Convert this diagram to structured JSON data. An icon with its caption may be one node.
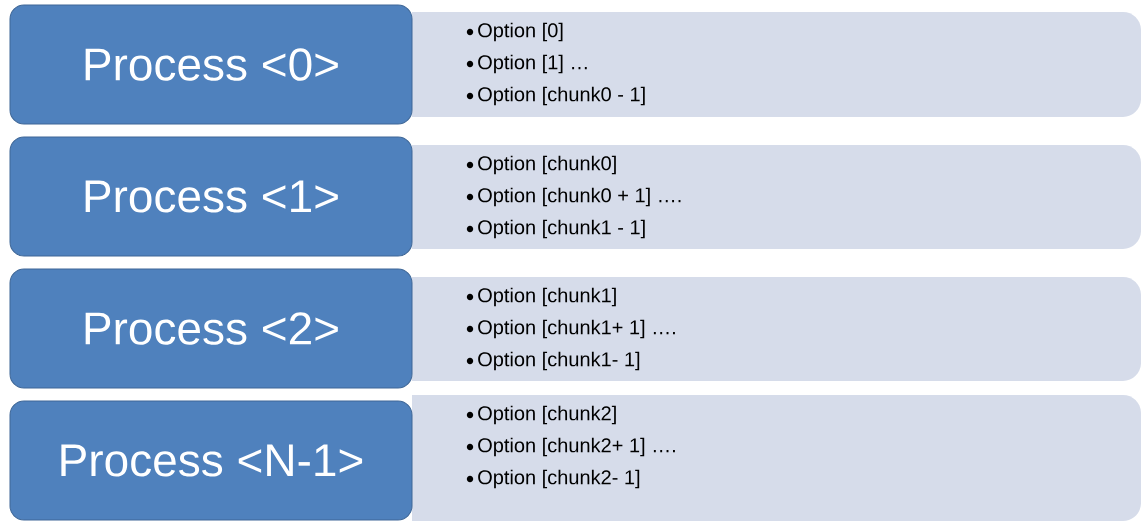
{
  "diagram": {
    "nodes": [
      {
        "text": [
          "Process <0>"
        ]
      },
      {
        "text": [
          "Option [0]",
          "Option [1] …",
          "Option [chunk0 - 1]"
        ]
      },
      {
        "text": [
          "Process <1>"
        ]
      },
      {
        "text": [
          "Option [chunk0]",
          "Option [chunk0 + 1] ….",
          "Option [chunk1 - 1]"
        ]
      },
      {
        "text": [
          "Process <2>"
        ]
      },
      {
        "text": [
          "Option [chunk1]",
          "Option [chunk1+ 1] ….",
          "Option [chunk1- 1]"
        ]
      },
      {
        "text": [
          "Process <N-1>"
        ]
      },
      {
        "text": [
          "Option [chunk2]",
          "Option [chunk2+ 1] ….",
          "Option [chunk2- 1]"
        ]
      }
    ]
  }
}
